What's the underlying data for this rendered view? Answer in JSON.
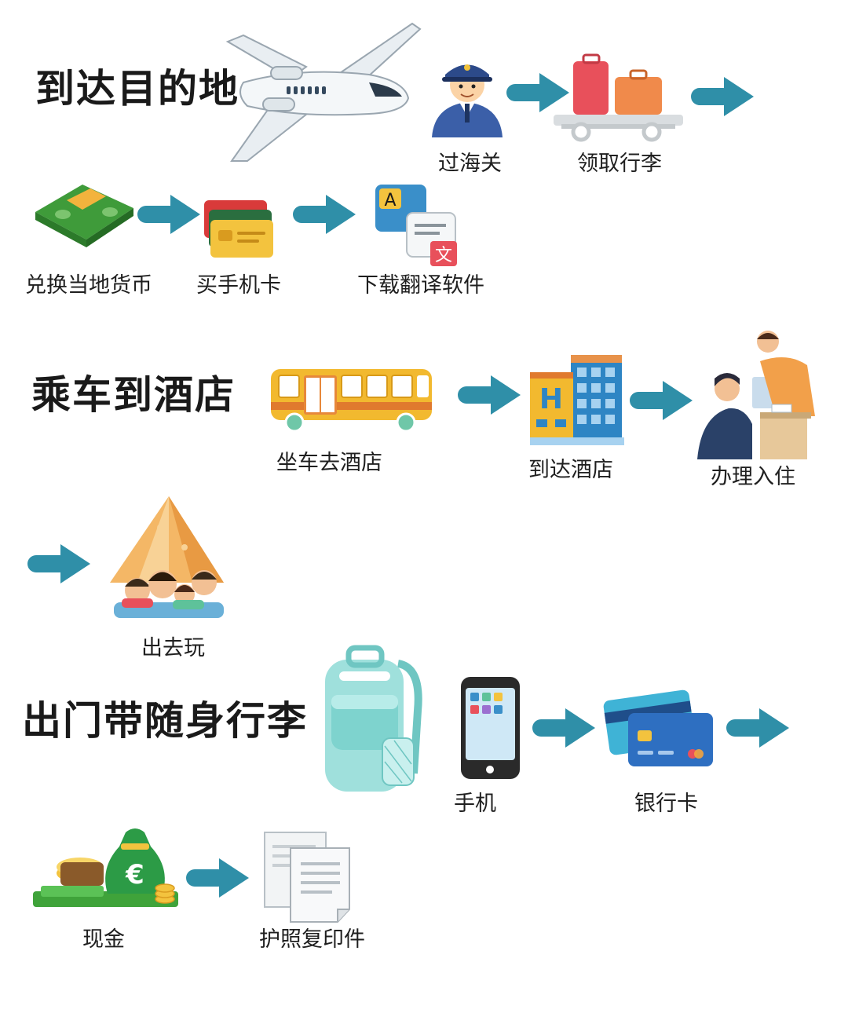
{
  "colors": {
    "arrow": "#2f8fa8",
    "text": "#1a1a1a"
  },
  "sections": {
    "arrive": {
      "title": "到达目的地",
      "steps": [
        "过海关",
        "领取行李",
        "兑换当地货币",
        "买手机卡",
        "下载翻译软件"
      ]
    },
    "hotel": {
      "title": "乘车到酒店",
      "steps": [
        "坐车去酒店",
        "到达酒店",
        "办理入住",
        "出去玩"
      ]
    },
    "carry": {
      "title": "出门带随身行李",
      "steps": [
        "手机",
        "银行卡",
        "现金",
        "护照复印件"
      ]
    }
  },
  "icons": {
    "airplane": "airplane-icon",
    "customs": "customs-officer-icon",
    "luggage": "luggage-cart-icon",
    "cash": "cash-stack-icon",
    "sim": "sim-card-icon",
    "translate": "translate-app-icon",
    "bus": "bus-icon",
    "hotel": "hotel-building-icon",
    "checkin": "reception-desk-icon",
    "tent": "family-tent-icon",
    "backpack": "backpack-icon",
    "phone": "smartphone-icon",
    "bankcard": "bank-card-icon",
    "moneybag": "money-bag-icon",
    "documents": "documents-icon"
  }
}
